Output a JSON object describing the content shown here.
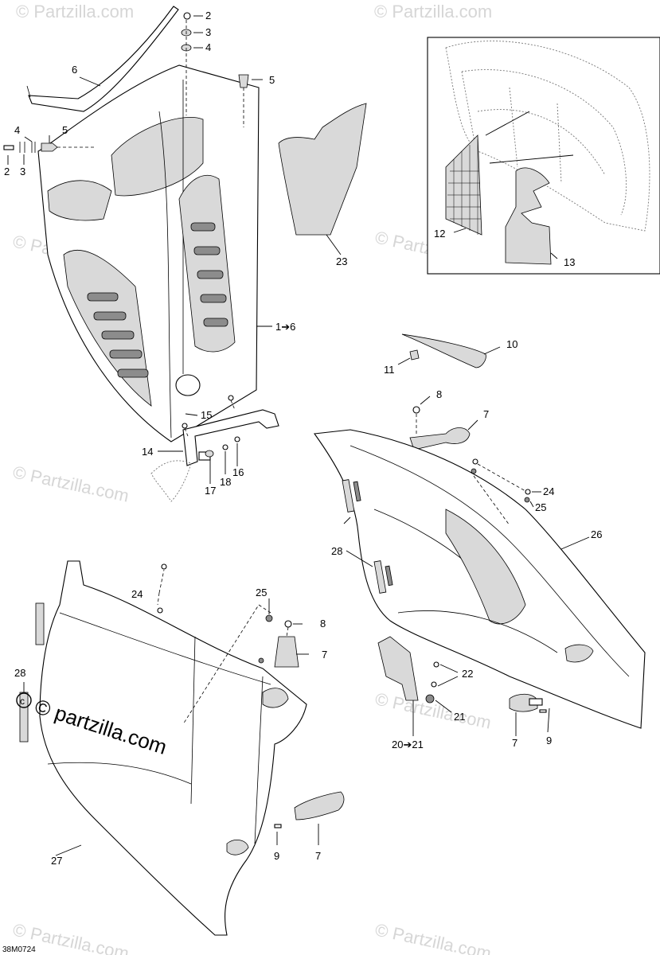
{
  "callouts": {
    "c2a": "2",
    "c3a": "3",
    "c4a": "4",
    "c5a": "5",
    "c6": "6",
    "c4b": "4",
    "c5b": "5",
    "c2b": "2",
    "c3b": "3",
    "c23": "23",
    "c12": "12",
    "c13": "13",
    "c1to6": "1➔6",
    "c10": "10",
    "c11": "11",
    "c8a": "8",
    "c7a": "7",
    "c15": "15",
    "c14": "14",
    "c17": "17",
    "c18": "18",
    "c16": "16",
    "c24a": "24",
    "c25a": "25",
    "c26": "26",
    "c28a": "28",
    "c24b": "24",
    "c25b": "25",
    "c8b": "8",
    "c7b": "7",
    "c28b": "28",
    "c22": "22",
    "c21": "21",
    "c20to21": "20➔21",
    "c7c": "7",
    "c9a": "9",
    "c27": "27",
    "c9b": "9",
    "c7d": "7"
  },
  "watermark": {
    "text": "© Partzilla.com",
    "logo_text": "© partzilla.com"
  },
  "diagram_code": "38M0724",
  "icons": [
    "copyright-icon"
  ]
}
